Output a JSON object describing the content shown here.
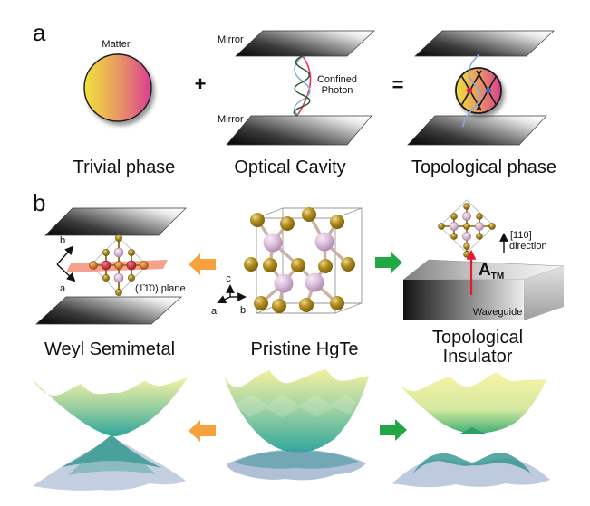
{
  "colors": {
    "arrow_orange": "#F6A13B",
    "arrow_green": "#1FA844",
    "field_red": "#E8192C",
    "wave_red": "#E83A6E",
    "wave_blue": "#88AADC",
    "wave_green": "#2B5E2D",
    "plane_red": "#F4876A",
    "weyl_dot_red": "#E0194A",
    "weyl_dot_blue": "#3A6BC4"
  },
  "panel_a": {
    "label": "a",
    "matter": {
      "label": "Matter",
      "caption": "Trivial phase"
    },
    "plus": "+",
    "equals": "=",
    "cavity": {
      "mirror_top": "Mirror",
      "mirror_bottom": "Mirror",
      "confined_1": "Confined",
      "confined_2": "Photon",
      "caption": "Optical Cavity"
    },
    "topological": {
      "caption": "Topological phase"
    }
  },
  "panel_b": {
    "label": "b",
    "weyl": {
      "caption": "Weyl Semimetal",
      "plane_label": "(1̄1̄0) plane",
      "axis_a": "a",
      "axis_b": "b"
    },
    "pristine": {
      "caption": "Pristine HgTe",
      "axis_a": "a",
      "axis_b": "b",
      "axis_c": "c"
    },
    "ti": {
      "caption_1": "Topological",
      "caption_2": "Insulator",
      "direction_1": "[110]",
      "direction_2": "direction",
      "waveguide": "Waveguide",
      "field": "A",
      "field_sub": "TM"
    }
  }
}
